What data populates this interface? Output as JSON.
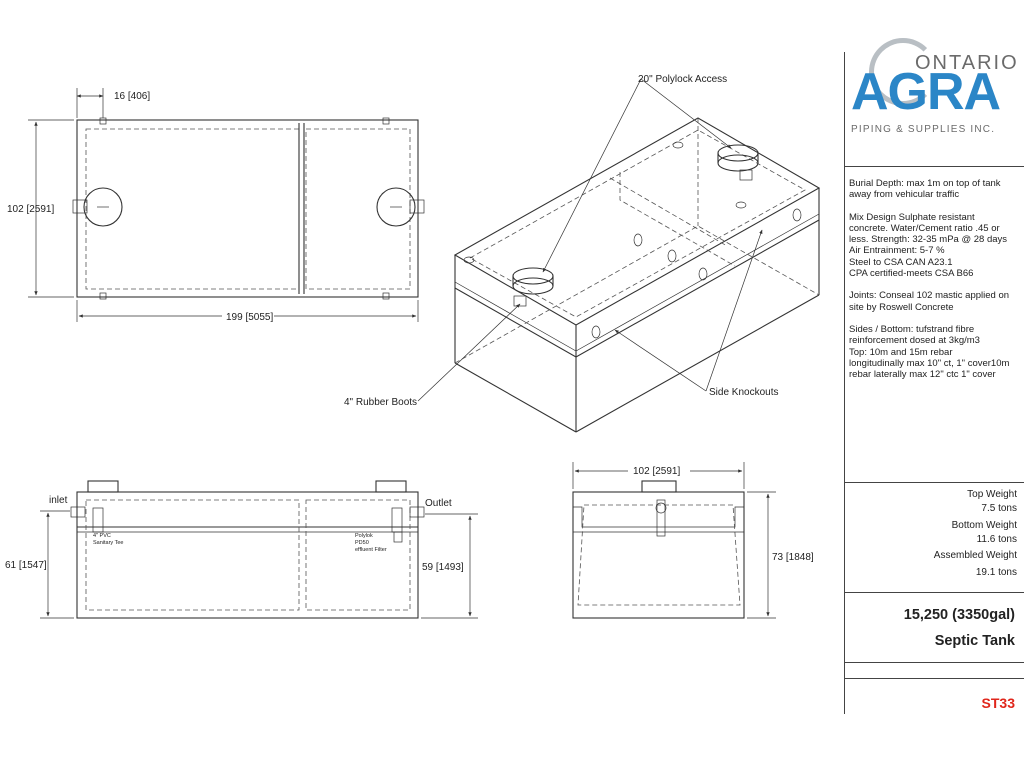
{
  "drawing": {
    "top_view": {
      "width_dim": "102 [2591]",
      "length_dim": "199 [5055]",
      "offset_dim": "16 [406]"
    },
    "iso_view": {
      "polylock_label": "20\" Polylock Access",
      "boots_label": "4\" Rubber Boots",
      "knockouts_label": "Side Knockouts"
    },
    "side_view": {
      "inlet_label": "inlet",
      "outlet_label": "Outlet",
      "inlet_height_dim": "61 [1547]",
      "outlet_height_dim": "59 [1493]",
      "tee_label_1": "4\" PVC",
      "tee_label_2": "Sanitary Tee",
      "filter_label_1": "Polylok",
      "filter_label_2": "PD50",
      "filter_label_3": "effluent Filter"
    },
    "end_view": {
      "width_dim": "102 [2591]",
      "height_dim": "73 [1848]"
    }
  },
  "logo": {
    "line1": "ONTARIO",
    "line2": "AGRA",
    "line3": "PIPING & SUPPLIES INC."
  },
  "specs": [
    "Burial Depth: max 1m on top of tank\naway from vehicular traffic",
    "Mix Design Sulphate resistant\nconcrete. Water/Cement ratio .45 or\nless. Strength: 32-35 mPa @ 28 days\nAir Entrainment: 5-7 %\nSteel to CSA CAN A23.1\nCPA certified-meets CSA B66",
    "Joints: Conseal 102 mastic applied on\nsite by Roswell Concrete",
    "Sides / Bottom: tufstrand fibre\nreinforcement dosed at 3kg/m3\nTop: 10m and 15m rebar\nlongitudinally max 10\" ct, 1\" cover10m\nrebar laterally max 12\" ctc 1\" cover"
  ],
  "weights": {
    "top_label": "Top Weight",
    "top_value": "7.5 tons",
    "bottom_label": "Bottom Weight",
    "bottom_value": "11.6 tons",
    "assembled_label": "Assembled Weight",
    "assembled_value": "19.1 tons"
  },
  "model": {
    "capacity": "15,250 (3350gal)",
    "name": "Septic Tank",
    "code": "ST33"
  },
  "colors": {
    "brand_blue": "#2b86c7",
    "brand_gray": "#6b6b6b",
    "code_red": "#e0261b"
  }
}
